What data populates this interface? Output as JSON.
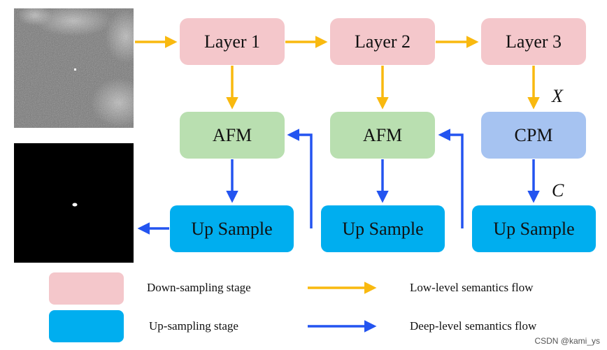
{
  "nodes": {
    "layer1": "Layer 1",
    "layer2": "Layer 2",
    "layer3": "Layer 3",
    "afm1": "AFM",
    "afm2": "AFM",
    "cpm": "CPM",
    "up1": "Up Sample",
    "up2": "Up Sample",
    "up3": "Up Sample"
  },
  "vars": {
    "x": "X",
    "c": "C"
  },
  "legend": {
    "down_stage": "Down-sampling stage",
    "up_stage": "Up-sampling stage",
    "low_flow": "Low-level semantics flow",
    "deep_flow": "Deep-level semantics flow"
  },
  "colors": {
    "low_flow": "#f9b90f",
    "deep_flow": "#2354f0",
    "down_stage": "#f4c7cb",
    "up_stage": "#00aeef",
    "afm": "#b9dfb0",
    "cpm": "#a6c3f1"
  },
  "watermark": "CSDN @kami_ys"
}
